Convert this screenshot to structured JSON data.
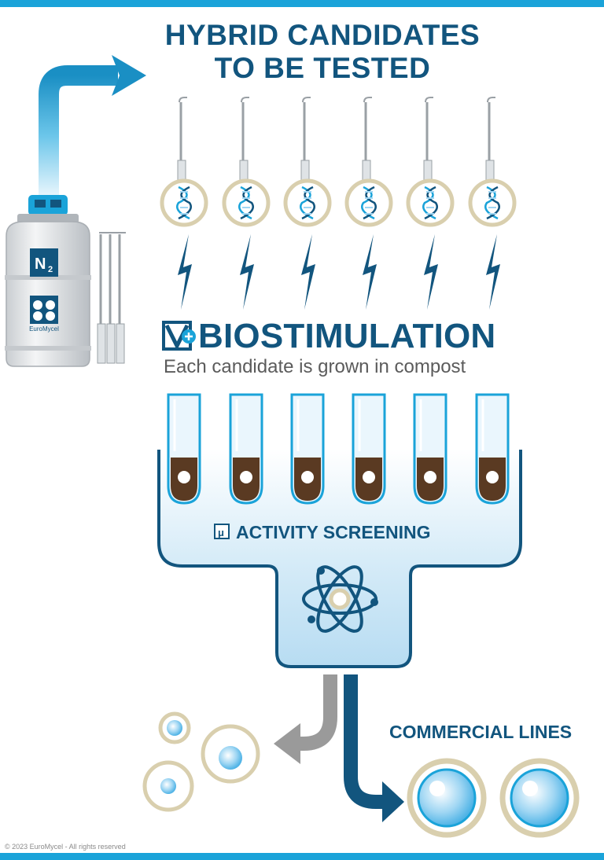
{
  "header": {
    "title_line1": "HYBRID CANDIDATES",
    "title_line2": "TO BE TESTED"
  },
  "tank": {
    "label": "N",
    "subscript": "2",
    "logo_text": "EuroMycel"
  },
  "biostimulation": {
    "title": "BIOSTIMULATION",
    "subtitle": "Each candidate is grown in compost"
  },
  "activity": {
    "title": "ACTIVITY SCREENING"
  },
  "commercial": {
    "title": "COMMERCIAL LINES"
  },
  "footer": {
    "copyright": "© 2023 EuroMycel - All rights reserved"
  },
  "icons": [
    "up-right-arrow-icon",
    "nitrogen-tank-icon",
    "straw-icon",
    "dna-icon",
    "lightning-icon",
    "biostimulation-logo-icon",
    "test-tube-icon",
    "activity-logo-icon",
    "atom-icon",
    "spore-icon",
    "down-left-arrow-icon",
    "down-right-arrow-icon"
  ],
  "colors": {
    "navy": "#12557e",
    "accent_blue": "#1aa3d9",
    "light_blue": "#cfe9f7",
    "ring_beige": "#d9cfae",
    "gray_arrow": "#9a9a9a",
    "compost_brown": "#5a3a22"
  }
}
